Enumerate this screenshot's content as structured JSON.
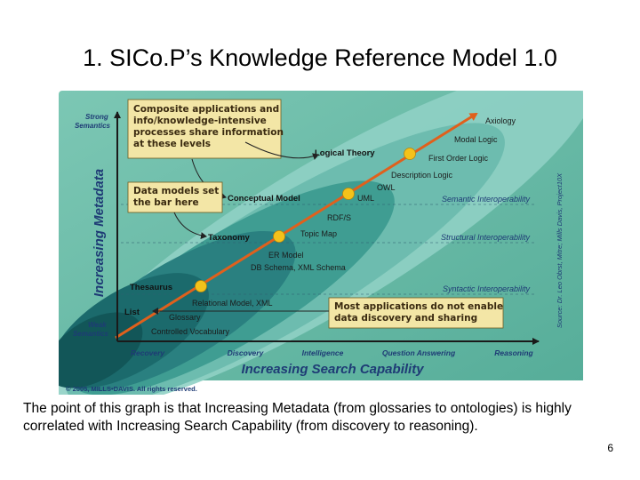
{
  "slide": {
    "title": "1. SICo.P’s Knowledge Reference Model 1.0",
    "caption": "The point of this graph is that Increasing Metadata (from glossaries to ontologies) is highly correlated with Increasing Search Capability (from discovery to reasoning).",
    "page_number": "6"
  },
  "diagram": {
    "y_axis_title": "Increasing Metadata",
    "x_axis_title": "Increasing Search Capability",
    "y_top_label": [
      "Strong",
      "Semantics"
    ],
    "y_bottom_label": [
      "Weak",
      "Semantics"
    ],
    "x_ticks": [
      "Recovery",
      "Discovery",
      "Intelligence",
      "Question Answering",
      "Reasoning"
    ],
    "interoperability_levels": [
      "Semantic Interoperability",
      "Structural Interoperability",
      "Syntactic Interoperability"
    ],
    "milestones": [
      "Logical Theory",
      "Conceptual Model",
      "Taxonomy",
      "Thesaurus",
      "List"
    ],
    "terms": [
      "Axiology",
      "Modal Logic",
      "First Order Logic",
      "Description Logic",
      "OWL",
      "UML",
      "RDF/S",
      "Topic Map",
      "ER Model",
      "DB Schema, XML Schema",
      "Relational Model, XML",
      "Glossary",
      "Controlled Vocabulary"
    ],
    "callout_1": [
      "Composite applications and",
      "info/knowledge-intensive",
      "processes share information",
      "at these levels"
    ],
    "callout_2": [
      "Data models set",
      "the bar here"
    ],
    "callout_3": [
      "Most applications do not enable",
      "data discovery and sharing"
    ],
    "source": "Source: Dr. Leo Obrst, Mitre; Mills Davis, Project10X",
    "copyright": "© 2005, MILLS•DAVIS. All rights reserved.",
    "colors": {
      "background": "#5fb6a2",
      "dark_band": "#135f63",
      "arrow": "#e0601c",
      "callout": "#f3e6a6",
      "dot": "#f4c21a",
      "axis_text": "#1e3b75"
    }
  }
}
